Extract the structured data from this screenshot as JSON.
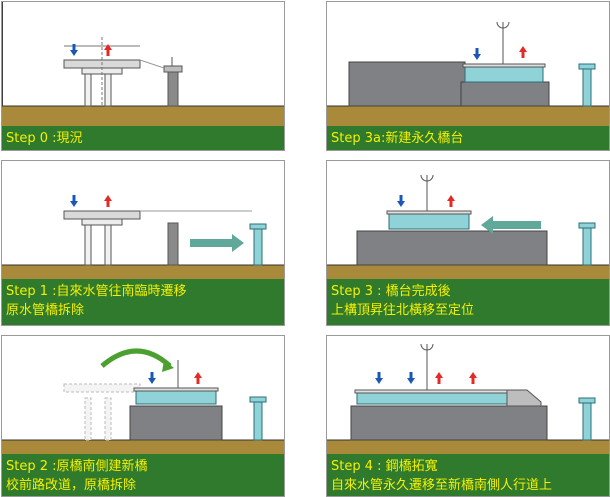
{
  "colors": {
    "caption_bg": "#2f7a2c",
    "caption_text": "#f6f000",
    "ground": "#a98a3a",
    "concrete": "#7f8184",
    "cyan": "#8fd2d8",
    "arrow_red": "#e32a26",
    "arrow_blue": "#1a57b8",
    "green_arrow": "#5fa89a"
  },
  "panels": [
    {
      "id": "step0",
      "lines": [
        "Step 0 :現況"
      ]
    },
    {
      "id": "step3a",
      "lines": [
        "Step 3a:新建永久橋台"
      ]
    },
    {
      "id": "step1",
      "lines": [
        "Step 1 :自來水管往南臨時遷移",
        "原水管橋拆除"
      ]
    },
    {
      "id": "step3",
      "lines": [
        "Step 3 : 橋台完成後",
        "上構頂昇往北橫移至定位"
      ]
    },
    {
      "id": "step2",
      "lines": [
        "Step 2 :原橋南側建新橋",
        "校前路改道，原橋拆除"
      ]
    },
    {
      "id": "step4",
      "lines": [
        "Step 4 : 鋼橋拓寬",
        "自來水管永久遷移至新橋南側人行道上"
      ]
    }
  ]
}
